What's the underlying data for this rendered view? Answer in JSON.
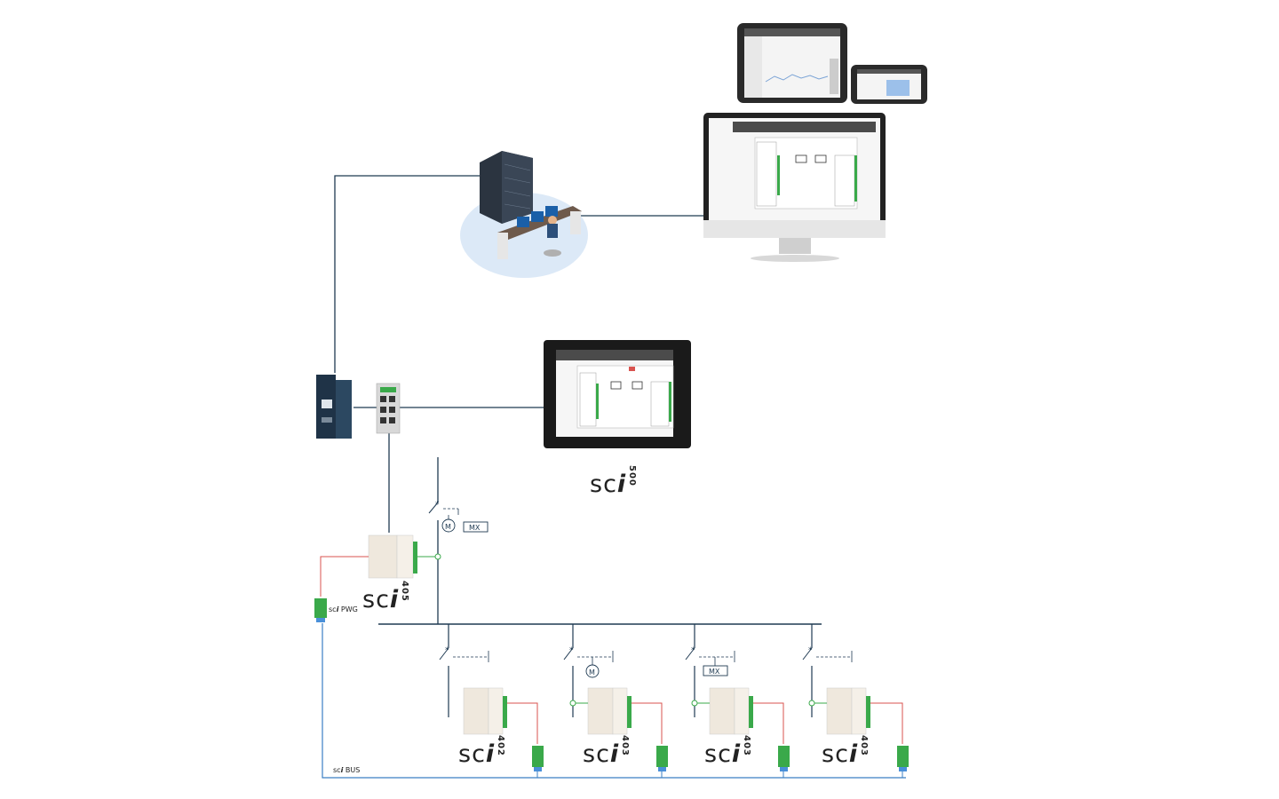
{
  "products": {
    "sci500": {
      "prefix": "sc",
      "i": "i",
      "num": "500"
    },
    "sci405": {
      "prefix": "sc",
      "i": "i",
      "num": "405"
    },
    "sci402": {
      "prefix": "sc",
      "i": "i",
      "num": "402"
    },
    "sci403a": {
      "prefix": "sc",
      "i": "i",
      "num": "403"
    },
    "sci403b": {
      "prefix": "sc",
      "i": "i",
      "num": "403"
    },
    "sci403c": {
      "prefix": "sc",
      "i": "i",
      "num": "403"
    }
  },
  "labels": {
    "pwg_prefix": "sc",
    "pwg_i": "i",
    "pwg_suffix": " PWG",
    "bus_prefix": "sc",
    "bus_i": "i",
    "bus_suffix": " BUS",
    "motor": "M",
    "mx": "MX"
  },
  "colors": {
    "network_line": "#1f3a52",
    "bus_line": "#3b7fc4",
    "red_wire": "#d9534f",
    "green_wire": "#3aa94a"
  }
}
